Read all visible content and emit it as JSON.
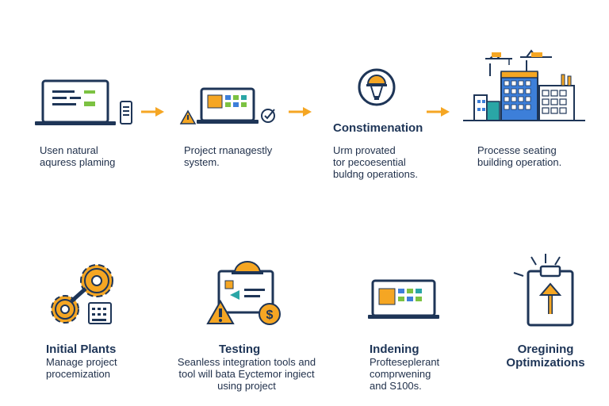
{
  "colors": {
    "navy": "#1e3557",
    "orange": "#f5a623",
    "green": "#7cc242",
    "blue": "#3d7fd9",
    "teal": "#2aa6a6"
  },
  "row1": {
    "step1": {
      "icon": "laptop-icon",
      "lines": [
        "Usen natural",
        "aquress plaming"
      ]
    },
    "step2": {
      "icon": "dashboard-monitor-icon",
      "lines": [
        "Project rnanagestly",
        "system."
      ]
    },
    "step3": {
      "icon": "lightbulb-hardhat-icon",
      "title": "Constimenation",
      "lines": [
        "Urm provated",
        "tor pecoesential",
        "buldng operations."
      ]
    },
    "step4": {
      "icon": "city-construction-icon",
      "lines": [
        "Processe seating",
        "building operation."
      ]
    }
  },
  "row2": {
    "step1": {
      "icon": "gears-icon",
      "title": "Initial Plants",
      "lines": [
        "Manage project",
        "procemization"
      ]
    },
    "step2": {
      "icon": "testing-board-icon",
      "title": "Testing",
      "lines": [
        "Seanless integration tools and",
        "tool will bata Eyctemor ingiect",
        "using project"
      ]
    },
    "step3": {
      "icon": "laptop-tiles-icon",
      "title": "Indening",
      "lines": [
        "Profteseplerant",
        "comprwening",
        "and S100s."
      ]
    },
    "step4": {
      "icon": "clipboard-arrow-icon",
      "title": "Oregining",
      "title2": "Optimizations"
    }
  }
}
